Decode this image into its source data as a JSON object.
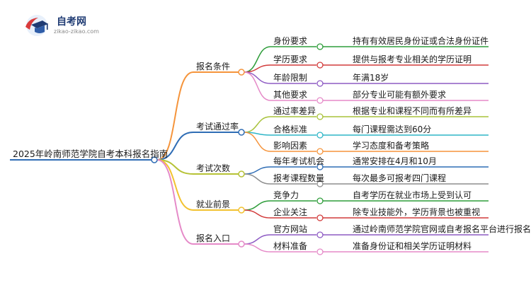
{
  "logo": {
    "title": "自考网",
    "subtitle": "zikao-zikao.com"
  },
  "mindmap": {
    "root": "2025年岭南师范学院自考本科报名指南",
    "branches": [
      {
        "label": "报名条件",
        "color": "#f5943b",
        "children": [
          {
            "label": "身份要求",
            "detail": "持有有效居民身份证或合法身份证件",
            "color": "#2e9d3a"
          },
          {
            "label": "学历要求",
            "detail": "提供与报考专业相关的学历证明",
            "color": "#d23b3b"
          },
          {
            "label": "年龄限制",
            "detail": "年满18岁",
            "color": "#8e5bc4"
          },
          {
            "label": "其他要求",
            "detail": "部分专业可能有额外要求",
            "color": "#e58ac8"
          }
        ]
      },
      {
        "label": "考试通过率",
        "color": "#2f6db5",
        "children": [
          {
            "label": "通过率差异",
            "detail": "根据专业和课程不同而有所差异",
            "color": "#a8c23a"
          },
          {
            "label": "合格标准",
            "detail": "每门课程需达到60分",
            "color": "#2fb6c7"
          },
          {
            "label": "影响因素",
            "detail": "学习态度和备考策略",
            "color": "#f5943b"
          }
        ]
      },
      {
        "label": "考试次数",
        "color": "#b6c235",
        "children": [
          {
            "label": "每年考试机会",
            "detail": "通常安排在4月和10月",
            "color": "#2f6db5"
          },
          {
            "label": "报考课程数量",
            "detail": "每次最多可报考四门课程",
            "color": "#8e8e8e"
          }
        ]
      },
      {
        "label": "就业前景",
        "color": "#f2c230",
        "children": [
          {
            "label": "竞争力",
            "detail": "自考学历在就业市场上受到认可",
            "color": "#2e9d3a"
          },
          {
            "label": "企业关注",
            "detail": "除专业技能外，学历背景也被重视",
            "color": "#d23b3b"
          }
        ]
      },
      {
        "label": "报名入口",
        "color": "#e58ac8",
        "children": [
          {
            "label": "官方网站",
            "detail": "通过岭南师范学院官网或自考报名平台进行报名",
            "color": "#8e5bc4"
          },
          {
            "label": "材料准备",
            "detail": "准备身份证和相关学历证明材料",
            "color": "#e58ac8"
          }
        ]
      }
    ]
  }
}
